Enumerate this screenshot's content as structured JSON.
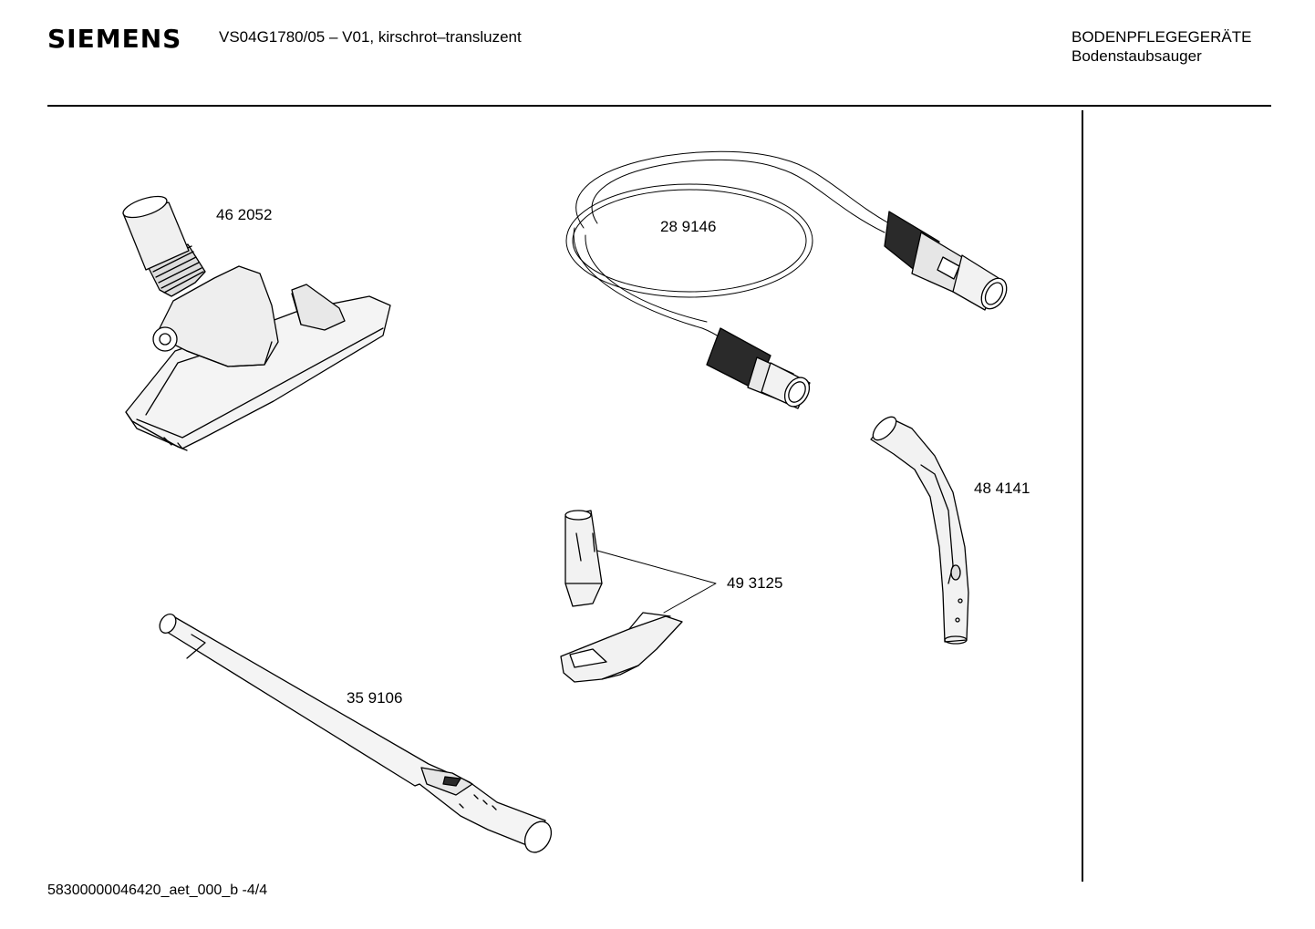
{
  "header": {
    "brand": "SIEMENS",
    "model": "VS04G1780/05 – V01, kirschrot–transluzent",
    "category": "BODENPFLEGEGERÄTE",
    "subcategory": "Bodenstaubsauger"
  },
  "parts": {
    "floor_nozzle": "46 2052",
    "hose": "28 9146",
    "handle": "48 4141",
    "clip": "49 3125",
    "tube": "35 9106"
  },
  "footer": {
    "doc_id": "58300000046420_aet_000_b -4/4"
  }
}
